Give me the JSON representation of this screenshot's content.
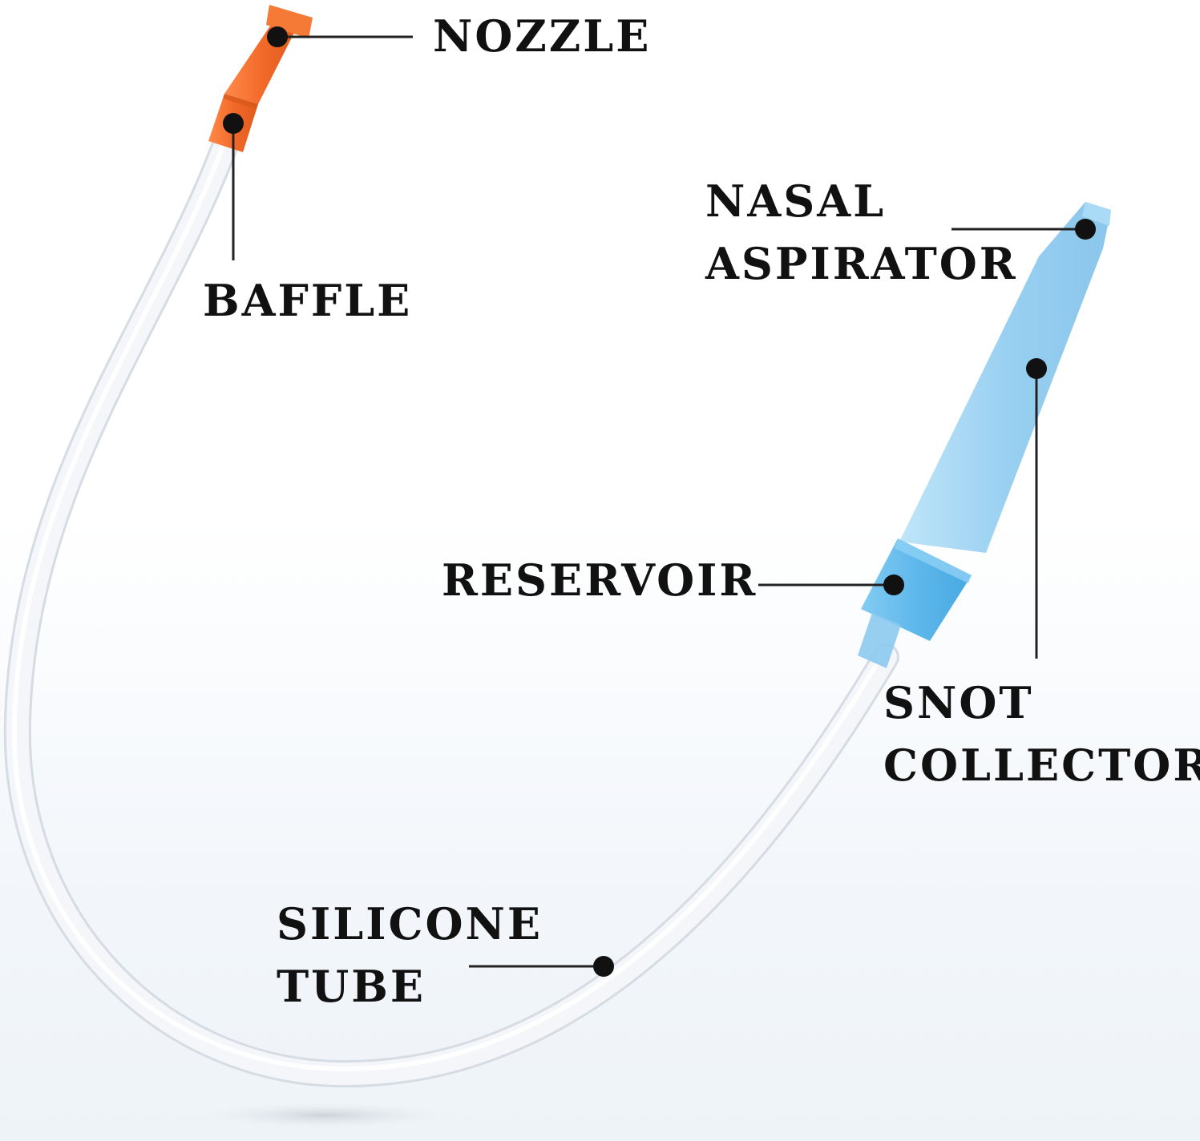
{
  "colors": {
    "nozzle_orange": "#f26a2a",
    "aspirator_blue": "#8ecbf0",
    "reservoir_blue": "#56b4ea",
    "tube_white": "#f4f6f9",
    "callout_line": "#222222",
    "label_text": "#111111"
  },
  "labels": {
    "nozzle": [
      "NOZZLE"
    ],
    "baffle": [
      "BAFFLE"
    ],
    "nasal_aspirator": [
      "NASAL",
      "ASPIRATOR"
    ],
    "reservoir": [
      "RESERVOIR"
    ],
    "snot_collector": [
      "SNOT",
      "COLLECTOR"
    ],
    "silicone_tube": [
      "SILICONE",
      "TUBE"
    ]
  }
}
